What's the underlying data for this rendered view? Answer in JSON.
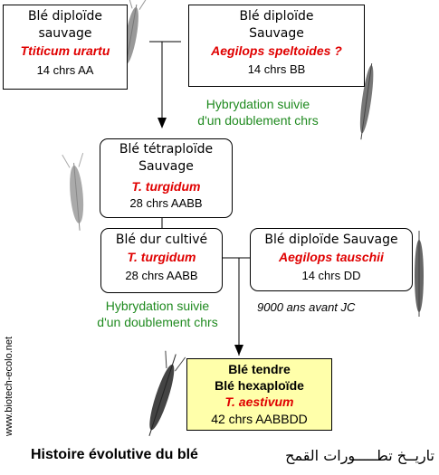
{
  "diploid_a": {
    "line1": "Blé diploïde",
    "line2": "sauvage",
    "species": "Ttiticum urartu",
    "chromosomes": "14 chrs AA"
  },
  "diploid_b": {
    "line1": "Blé diploïde",
    "line2": "Sauvage",
    "species": "Aegilops speltoides ?",
    "chromosomes": "14 chrs BB"
  },
  "hybridation_1": {
    "line1": "Hybrydation suivie",
    "line2": "d'un doublement chrs"
  },
  "tetraploid": {
    "line1": "Blé tétraploïde",
    "line2": "Sauvage",
    "species": "T. turgidum",
    "chromosomes": "28 chrs AABB"
  },
  "durum": {
    "line1": "Blé dur cultivé",
    "species": "T. turgidum",
    "chromosomes": "28 chrs AABB"
  },
  "diploid_d": {
    "line1": "Blé diploïde Sauvage",
    "species": "Aegilops tauschii",
    "chromosomes": "14 chrs DD"
  },
  "hybridation_2": {
    "line1": "Hybrydation suivie",
    "line2": "d'un doublement chrs"
  },
  "date_note": "9000 ans avant JC",
  "hexaploid": {
    "line1": "Blé tendre",
    "line2": "Blé hexaploïde",
    "species": "T. aestivum",
    "chromosomes": "42 chrs AABBDD"
  },
  "caption": {
    "french": "Histoire évolutive du blé",
    "arabic": "تاريــخ تطـــــورات القمح"
  },
  "website": "www.biotech-ecolo.net",
  "colors": {
    "species_red": "#e00000",
    "hybrid_green": "#1f8a1f",
    "hexaploid_fill": "#ffffaa",
    "wheat_ear": "#555555"
  }
}
